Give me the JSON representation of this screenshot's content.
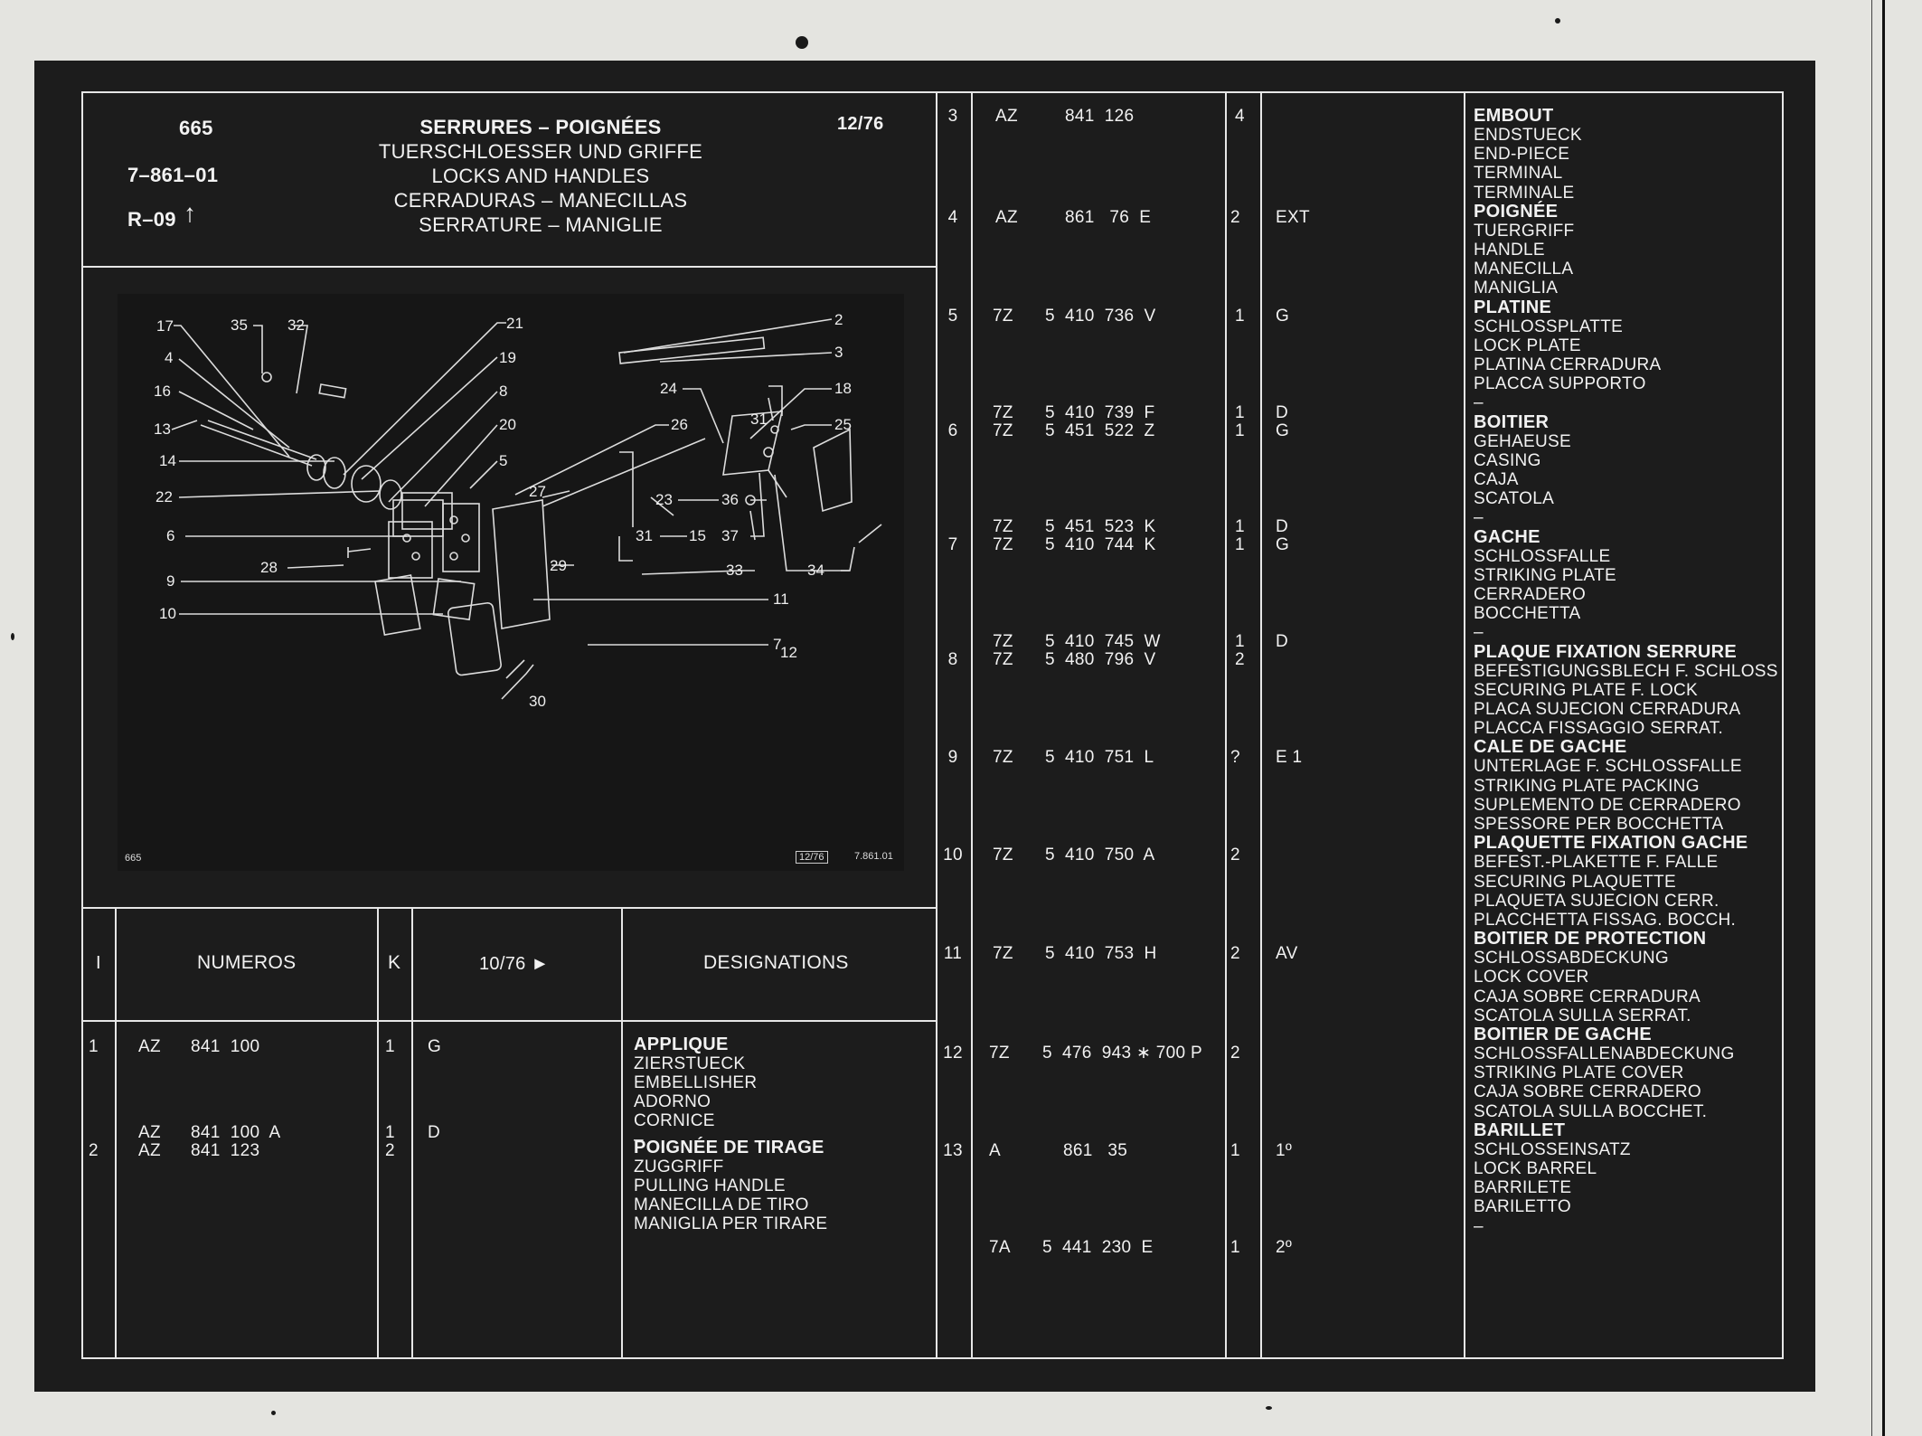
{
  "header": {
    "page_no": "665",
    "ref": "7–861–01",
    "rev": "R–09",
    "date": "12/76",
    "titles": [
      "SERRURES – POIGNÉES",
      "TUERSCHLOESSER UND GRIFFE",
      "LOCKS AND HANDLES",
      "CERRADURAS – MANECILLAS",
      "SERRATURE – MANIGLIE"
    ]
  },
  "drawing": {
    "callouts": [
      "17",
      "35",
      "32",
      "21",
      "2",
      "3",
      "4",
      "19",
      "8",
      "16",
      "13",
      "20",
      "24",
      "31",
      "18",
      "25",
      "26",
      "14",
      "5",
      "22",
      "27",
      "23",
      "36",
      "6",
      "31",
      "15",
      "37",
      "28",
      "29",
      "11",
      "33",
      "34",
      "9",
      "7",
      "10",
      "12",
      "30"
    ],
    "corner_left": "665",
    "corner_date": "12/76",
    "corner_ref": "7.861.01"
  },
  "columns": {
    "i": "I",
    "numeros": "NUMEROS",
    "k": "K",
    "date": "10/76 ►",
    "designations": "DESIGNATIONS"
  },
  "left_rows": [
    {
      "i": "1",
      "lines": [
        {
          "pref": "AZ",
          "num": "841  100",
          "k": "1",
          "var": "G"
        }
      ],
      "desc": {
        "head": "APPLIQUE",
        "langs": [
          "ZIERSTUECK",
          "EMBELLISHER",
          "ADORNO",
          "CORNICE",
          "–"
        ]
      }
    },
    {
      "i": "2",
      "lines": [
        {
          "pref": "AZ",
          "num": "841  100  A",
          "k": "1",
          "var": "D"
        },
        {
          "pref": "AZ",
          "num": "841  123",
          "k": "2",
          "var": ""
        }
      ],
      "desc": {
        "head": "POIGNÉE DE TIRAGE",
        "langs": [
          "ZUGGRIFF",
          "PULLING HANDLE",
          "MANECILLA DE TIRO",
          "MANIGLIA PER TIRARE"
        ]
      }
    }
  ],
  "right_rows": [
    {
      "i": "3",
      "lines": [
        {
          "pref": "AZ",
          "num": "841  126",
          "k": "4",
          "var": ""
        }
      ]
    },
    {
      "i": "4",
      "lines": [
        {
          "pref": "AZ",
          "num": "861   76  E",
          "k": "2",
          "var": "EXT"
        }
      ]
    },
    {
      "i": "5",
      "lines": [
        {
          "pref": "7Z",
          "num": "5  410  736  V",
          "k": "1",
          "var": "G"
        }
      ]
    },
    {
      "i": "6",
      "lines": [
        {
          "pref": "7Z",
          "num": "5  410  739  F",
          "k": "1",
          "var": "D"
        },
        {
          "pref": "7Z",
          "num": "5  451  522  Z",
          "k": "1",
          "var": "G"
        }
      ]
    },
    {
      "i": "7",
      "lines": [
        {
          "pref": "7Z",
          "num": "5  451  523  K",
          "k": "1",
          "var": "D"
        },
        {
          "pref": "7Z",
          "num": "5  410  744  K",
          "k": "1",
          "var": "G"
        }
      ]
    },
    {
      "i": "8",
      "lines": [
        {
          "pref": "7Z",
          "num": "5  410  745  W",
          "k": "1",
          "var": "D"
        },
        {
          "pref": "7Z",
          "num": "5  480  796  V",
          "k": "2",
          "var": ""
        }
      ]
    },
    {
      "i": "9",
      "lines": [
        {
          "pref": "7Z",
          "num": "5  410  751  L",
          "k": "?",
          "var": "E 1"
        }
      ]
    },
    {
      "i": "10",
      "lines": [
        {
          "pref": "7Z",
          "num": "5  410  750  A",
          "k": "2",
          "var": ""
        }
      ]
    },
    {
      "i": "11",
      "lines": [
        {
          "pref": "7Z",
          "num": "5  410  753  H",
          "k": "2",
          "var": "AV"
        }
      ]
    },
    {
      "i": "12",
      "lines": [
        {
          "pref": "7Z",
          "num": "5  476  943 ∗ 700 P",
          "k": "2",
          "var": ""
        }
      ]
    },
    {
      "i": "13",
      "lines": [
        {
          "pref": "A",
          "num": "861   35",
          "k": "1",
          "var": "1º"
        }
      ]
    },
    {
      "i": "",
      "lines": [
        {
          "pref": "7A",
          "num": "5  441  230  E",
          "k": "1",
          "var": "2º"
        }
      ]
    }
  ],
  "right_desc": [
    {
      "head": "EMBOUT",
      "langs": [
        "ENDSTUECK",
        "END-PIECE",
        "TERMINAL",
        "TERMINALE"
      ]
    },
    {
      "head": "POIGNÉE",
      "langs": [
        "TUERGRIFF",
        "HANDLE",
        "MANECILLA",
        "MANIGLIA"
      ]
    },
    {
      "head": "PLATINE",
      "langs": [
        "SCHLOSSPLATTE",
        "LOCK PLATE",
        "PLATINA CERRADURA",
        "PLACCA SUPPORTO",
        "–"
      ]
    },
    {
      "head": "BOITIER",
      "langs": [
        "GEHAEUSE",
        "CASING",
        "CAJA",
        "SCATOLA",
        "–"
      ]
    },
    {
      "head": "GACHE",
      "langs": [
        "SCHLOSSFALLE",
        "STRIKING PLATE",
        "CERRADERO",
        "BOCCHETTA",
        "–"
      ]
    },
    {
      "head": "PLAQUE FIXATION SERRURE",
      "langs": [
        "BEFESTIGUNGSBLECH F. SCHLOSS",
        "SECURING PLATE F. LOCK",
        "PLACA SUJECION CERRADURA",
        "PLACCA FISSAGGIO SERRAT."
      ]
    },
    {
      "head": "CALE DE GACHE",
      "langs": [
        "UNTERLAGE F. SCHLOSSFALLE",
        "STRIKING PLATE PACKING",
        "SUPLEMENTO DE CERRADERO",
        "SPESSORE PER BOCCHETTA"
      ]
    },
    {
      "head": "PLAQUETTE FIXATION GACHE",
      "langs": [
        "BEFEST.-PLAKETTE F. FALLE",
        "SECURING PLAQUETTE",
        "PLAQUETA SUJECION CERR.",
        "PLACCHETTA FISSAG. BOCCH."
      ]
    },
    {
      "head": "BOITIER DE PROTECTION",
      "langs": [
        "SCHLOSSABDECKUNG",
        "LOCK COVER",
        "CAJA SOBRE CERRADURA",
        "SCATOLA SULLA SERRAT."
      ]
    },
    {
      "head": "BOITIER DE GACHE",
      "langs": [
        "SCHLOSSFALLENABDECKUNG",
        "STRIKING PLATE COVER",
        "CAJA SOBRE CERRADERO",
        "SCATOLA SULLA BOCCHET."
      ]
    },
    {
      "head": "BARILLET",
      "langs": [
        "SCHLOSSEINSATZ",
        "LOCK BARREL",
        "BARRILETE",
        "BARILETTO",
        "–"
      ]
    }
  ]
}
